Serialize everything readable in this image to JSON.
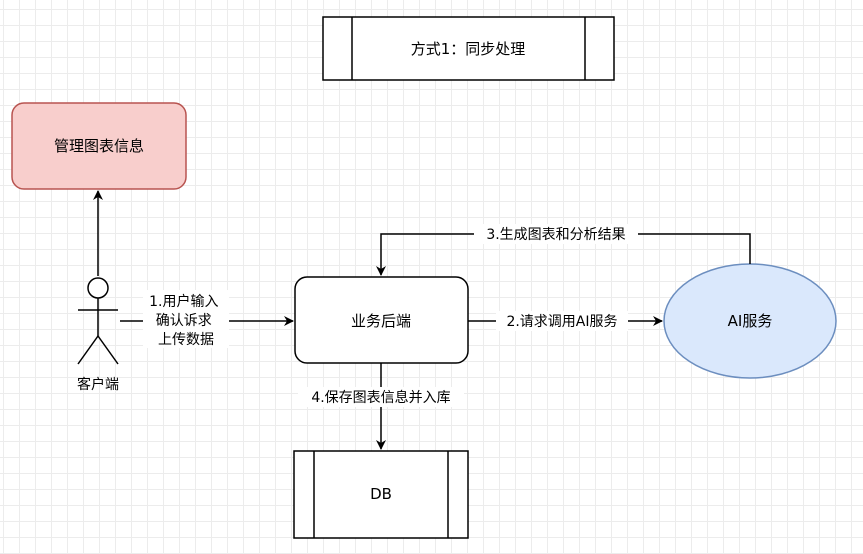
{
  "title_box": {
    "label": "方式1：同步处理"
  },
  "nodes": {
    "manage": {
      "label": "管理图表信息",
      "fill": "#f8cecc",
      "stroke": "#b85450"
    },
    "backend": {
      "label": "业务后端"
    },
    "ai_service": {
      "label": "AI服务",
      "fill": "#dae8fc",
      "stroke": "#6c8ebf"
    },
    "db": {
      "label": "DB"
    },
    "client": {
      "label": "客户端"
    }
  },
  "edges": {
    "client_to_backend": {
      "lines": [
        "1.用户输入",
        "确认诉求",
        "上传数据"
      ]
    },
    "backend_to_ai": {
      "label": "2.请求调用AI服务"
    },
    "ai_to_backend": {
      "label": "3.生成图表和分析结果"
    },
    "backend_to_db": {
      "label": "4.保存图表信息并入库"
    }
  }
}
